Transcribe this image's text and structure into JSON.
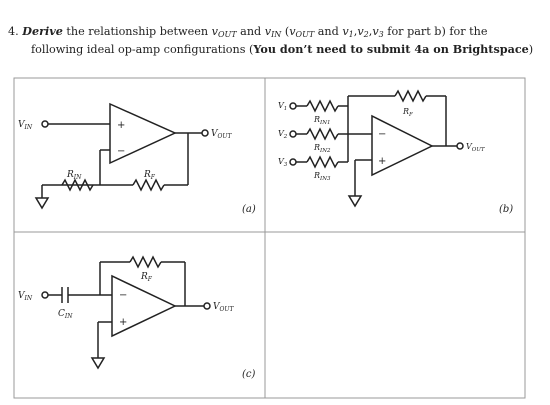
{
  "question": {
    "number": "4.",
    "verb": "Derive",
    "text_a": "the relationship between",
    "v_out": "v",
    "v_out_sub": "OUT",
    "and": "and",
    "v_in": "v",
    "v_in_sub": "IN",
    "paren_open": "(",
    "v_list": "v",
    "v_list_sub_a": "1",
    "v_list_sub_b": "2",
    "v_list_sub_c": "3",
    "text_b": "for part b) for the",
    "line2": "following ideal op-amp configurations (",
    "note": "You don’t need to submit 4a on Brightspace",
    "close": ")"
  },
  "panels": {
    "a": {
      "label": "(a)",
      "vin": "V",
      "vin_sub": "IN",
      "vout": "V",
      "vout_sub": "OUT",
      "rin": "R",
      "rin_sub": "IN",
      "rf": "R",
      "rf_sub": "F",
      "plus": "+",
      "minus": "−"
    },
    "b": {
      "label": "(b)",
      "v1": "V",
      "v1_sub": "1",
      "v2": "V",
      "v2_sub": "2",
      "v3": "V",
      "v3_sub": "3",
      "rin1": "R",
      "rin1_sub": "IN1",
      "rin2": "R",
      "rin2_sub": "IN2",
      "rin3": "R",
      "rin3_sub": "IN3",
      "rf": "R",
      "rf_sub": "F",
      "vout": "V",
      "vout_sub": "OUT",
      "plus": "+",
      "minus": "−"
    },
    "c": {
      "label": "(c)",
      "vin": "V",
      "vin_sub": "IN",
      "cin": "C",
      "cin_sub": "IN",
      "rf": "R",
      "rf_sub": "F",
      "vout": "V",
      "vout_sub": "OUT",
      "plus": "+",
      "minus": "−"
    }
  },
  "colors": {
    "line": "#222222",
    "grid": "#999999"
  }
}
